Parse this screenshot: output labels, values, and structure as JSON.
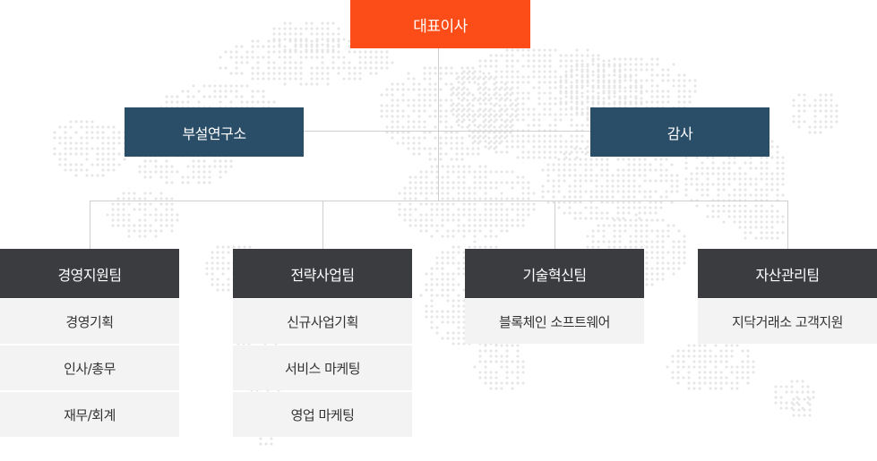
{
  "colors": {
    "ceo_bg": "#fc4c17",
    "navy_bg": "#2a4d68",
    "dept_bg": "#3b3c40",
    "sub_bg": "#f3f3f3",
    "sub_text": "#333333",
    "line": "#cfcfcf",
    "map_dot": "#e5e5e5"
  },
  "ceo": {
    "label": "대표이사"
  },
  "lab": {
    "label": "부설연구소"
  },
  "audit": {
    "label": "감사"
  },
  "teams": [
    {
      "label": "경영지원팀",
      "items": [
        "경영기획",
        "인사/총무",
        "재무/회계"
      ]
    },
    {
      "label": "전략사업팀",
      "items": [
        "신규사업기획",
        "서비스 마케팅",
        "영업 마케팅"
      ]
    },
    {
      "label": "기술혁신팀",
      "items": [
        "블록체인 소프트웨어"
      ]
    },
    {
      "label": "자산관리팀",
      "items": [
        "지닥거래소 고객지원"
      ]
    }
  ]
}
